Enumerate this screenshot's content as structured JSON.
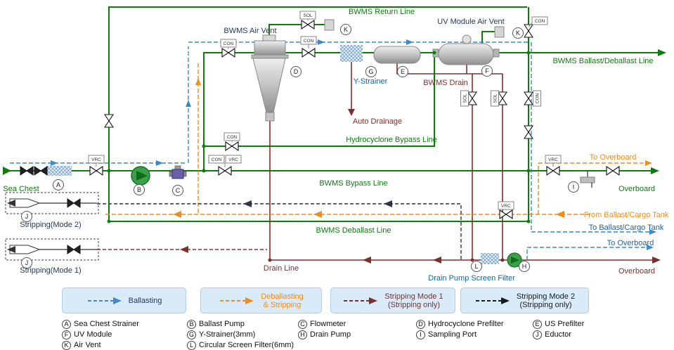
{
  "colors": {
    "line_green": "#0c7c0c",
    "ballasting_blue": "#3f87cc",
    "deballast_orange": "#f08c1e",
    "stripping1_maroon": "#7c3028",
    "stripping2_dark": "#1a1a1a",
    "label_blue": "#1464a5",
    "legend_bg": "#d9eaf8"
  },
  "diagram": {
    "labels": {
      "return_line": "BWMS Return Line",
      "bwms_air_vent": "BWMS Air Vent",
      "uv_air_vent": "UV Module Air Vent",
      "ballast_deballast_line": "BWMS Ballast/Deballast Line",
      "y_strainer": "Y-Strainer",
      "bwms_drain": "BWMS Drain",
      "auto_drainage": "Auto Drainage",
      "hydrocyclone_bypass_line": "Hydrocyclone Bypass Line",
      "bwms_bypass_line": "BWMS Bypass Line",
      "sea_chest": "Sea Chest",
      "stripping_mode_2": "Stripping(Mode 2)",
      "stripping_mode_1": "Stripping(Mode 1)",
      "bwms_deballast_line": "BWMS Deballast Line",
      "drain_line": "Drain Line",
      "drain_pump_screen_filter": "Drain Pump Screen Filter",
      "to_overboard_orange": "To Overboard",
      "overboard_green": "Overboard",
      "from_ballast_cargo_tank": "From Ballast/Cargo Tank",
      "to_ballast_cargo_tank": "To Ballast/Cargo Tank",
      "to_overboard_blue": "To Overboard",
      "overboard_maroon": "Overboard"
    },
    "tags": {
      "vrc": "VRC",
      "con": "CON",
      "sol": "SOL"
    },
    "markers": {
      "A": "A",
      "B": "B",
      "C": "C",
      "D": "D",
      "E": "E",
      "F": "F",
      "G": "G",
      "H": "H",
      "I": "I",
      "J": "J",
      "K": "K",
      "L": "L"
    }
  },
  "legend": {
    "modes": [
      {
        "line1": "Ballasting",
        "line2": "",
        "color": "#17375e",
        "arrow": "#3f87cc"
      },
      {
        "line1": "Deballasting",
        "line2": "& Stripping",
        "color": "#f08c1e",
        "arrow": "#f08c1e"
      },
      {
        "line1": "Stripping Mode 1",
        "line2": "(Stripping only)",
        "color": "#7c3028",
        "arrow": "#7c3028"
      },
      {
        "line1": "Stripping Mode 2",
        "line2": "(Stripping only)",
        "color": "#1a1a1a",
        "arrow": "#1a1a1a"
      }
    ],
    "components": [
      {
        "key": "A",
        "label": "Sea Chest Strainer"
      },
      {
        "key": "B",
        "label": "Ballast Pump"
      },
      {
        "key": "C",
        "label": "Flowmeter"
      },
      {
        "key": "D",
        "label": "Hydrocyclone Prefilter"
      },
      {
        "key": "E",
        "label": "US Prefilter"
      },
      {
        "key": "F",
        "label": "UV Module"
      },
      {
        "key": "G",
        "label": "Y-Strainer(3mm)"
      },
      {
        "key": "H",
        "label": "Drain Pump"
      },
      {
        "key": "I",
        "label": "Sampling Port"
      },
      {
        "key": "J",
        "label": "Eductor"
      },
      {
        "key": "K",
        "label": "Air Vent"
      },
      {
        "key": "L",
        "label": "Circular Screen Filter(6mm)"
      }
    ]
  }
}
